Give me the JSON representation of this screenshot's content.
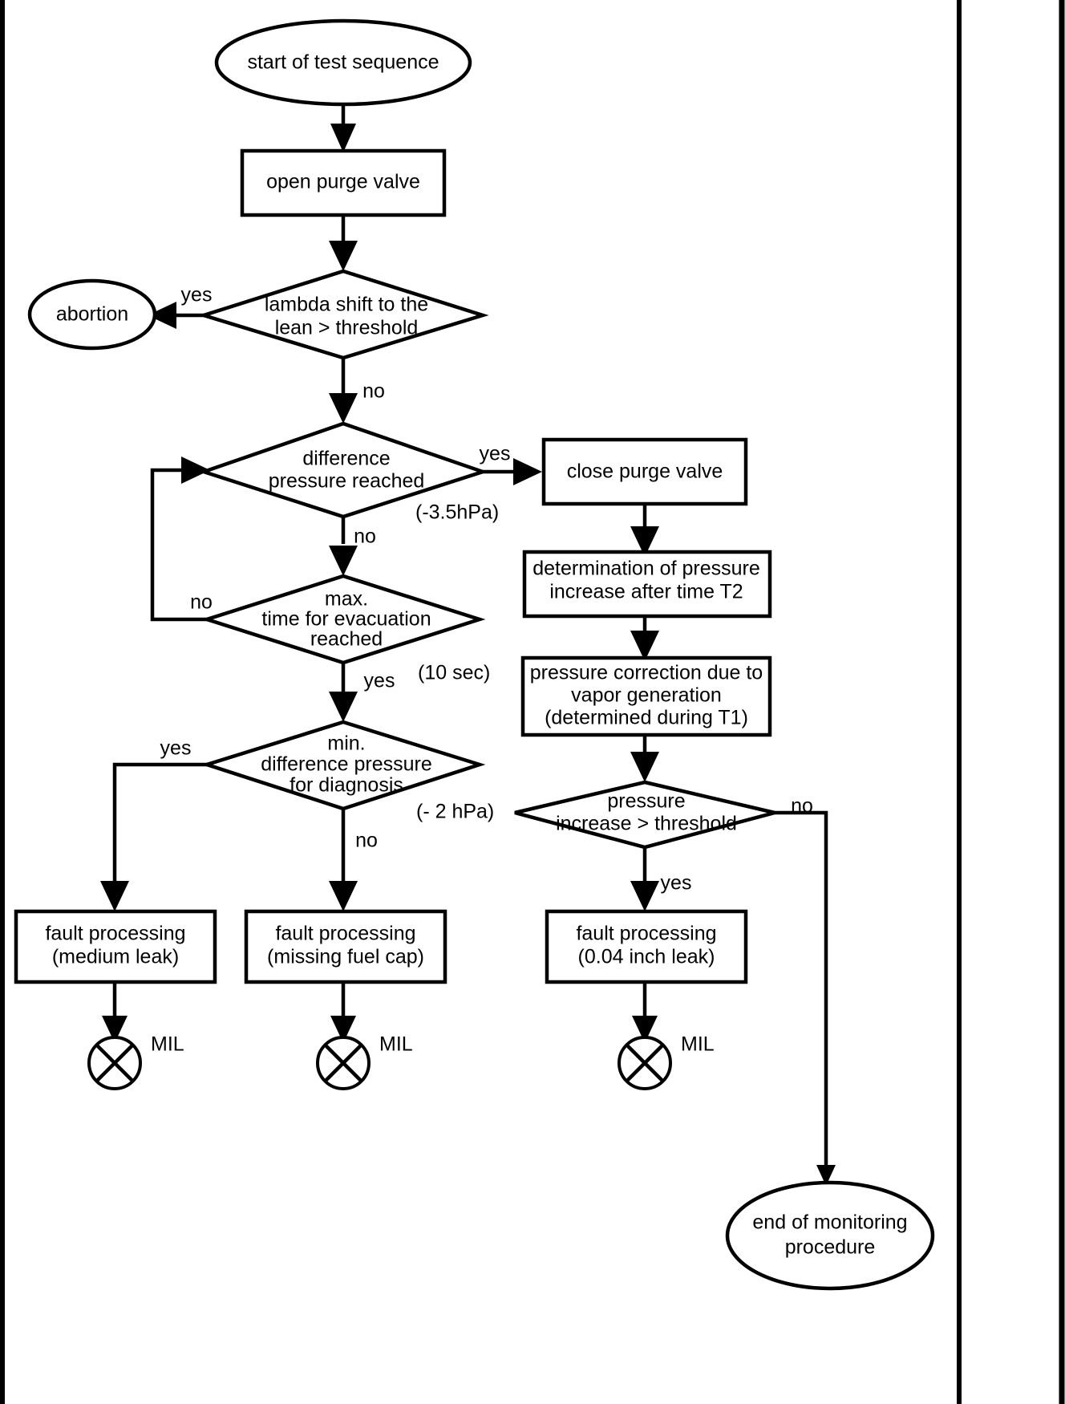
{
  "diagram": {
    "type": "flowchart",
    "title_visible": false,
    "colors": {
      "stroke": "#000000",
      "fill": "#ffffff",
      "text": "#000000"
    },
    "nodes": {
      "start": {
        "shape": "ellipse",
        "label": "start of test sequence"
      },
      "open_purge_valve": {
        "shape": "process",
        "label": "open purge valve"
      },
      "lambda_shift": {
        "shape": "decision",
        "line1": "lambda shift to the",
        "line2": "lean > threshold"
      },
      "abortion": {
        "shape": "ellipse",
        "label": "abortion"
      },
      "difference_pressure": {
        "shape": "decision",
        "line1": "difference",
        "line2": "pressure reached"
      },
      "close_purge_valve": {
        "shape": "process",
        "label": "close purge valve"
      },
      "max_time": {
        "shape": "decision",
        "line1": "max.",
        "line2": "time for evacuation",
        "line3": "reached"
      },
      "determination": {
        "shape": "process",
        "line1": "determination of pressure",
        "line2": "increase after time T2"
      },
      "min_diff_pressure": {
        "shape": "decision",
        "line1": "min.",
        "line2": "difference pressure",
        "line3": "for diagnosis"
      },
      "pressure_correction": {
        "shape": "process",
        "line1": "pressure correction due to",
        "line2": "vapor generation",
        "line3": "(determined during T1)"
      },
      "pressure_increase": {
        "shape": "decision",
        "line1": "pressure",
        "line2": "increase > threshold"
      },
      "fault_medium_leak": {
        "shape": "process",
        "line1": "fault processing",
        "line2": "(medium leak)"
      },
      "fault_missing_fuel_cap": {
        "shape": "process",
        "line1": "fault processing",
        "line2": "(missing fuel cap)"
      },
      "fault_004_inch_leak": {
        "shape": "process",
        "line1": "fault processing",
        "line2": "(0.04 inch leak)"
      },
      "end": {
        "shape": "ellipse",
        "line1": "end of monitoring",
        "line2": "procedure"
      }
    },
    "mil_indicators": [
      {
        "label": "MIL",
        "source": "fault_medium_leak"
      },
      {
        "label": "MIL",
        "source": "fault_missing_fuel_cap"
      },
      {
        "label": "MIL",
        "source": "fault_004_inch_leak"
      }
    ],
    "edge_labels": {
      "lambda_yes": "yes",
      "lambda_no": "no",
      "diffpress_yes": "yes",
      "diffpress_no": "no",
      "maxtime_no": "no",
      "maxtime_yes": "yes",
      "mindiff_yes": "yes",
      "mindiff_no": "no",
      "pressinc_no": "no",
      "pressinc_yes": "yes"
    },
    "annotations": {
      "diff_pressure_value": "(-3.5hPa)",
      "max_time_value": "(10 sec)",
      "min_diff_value": "(- 2 hPa)"
    }
  }
}
